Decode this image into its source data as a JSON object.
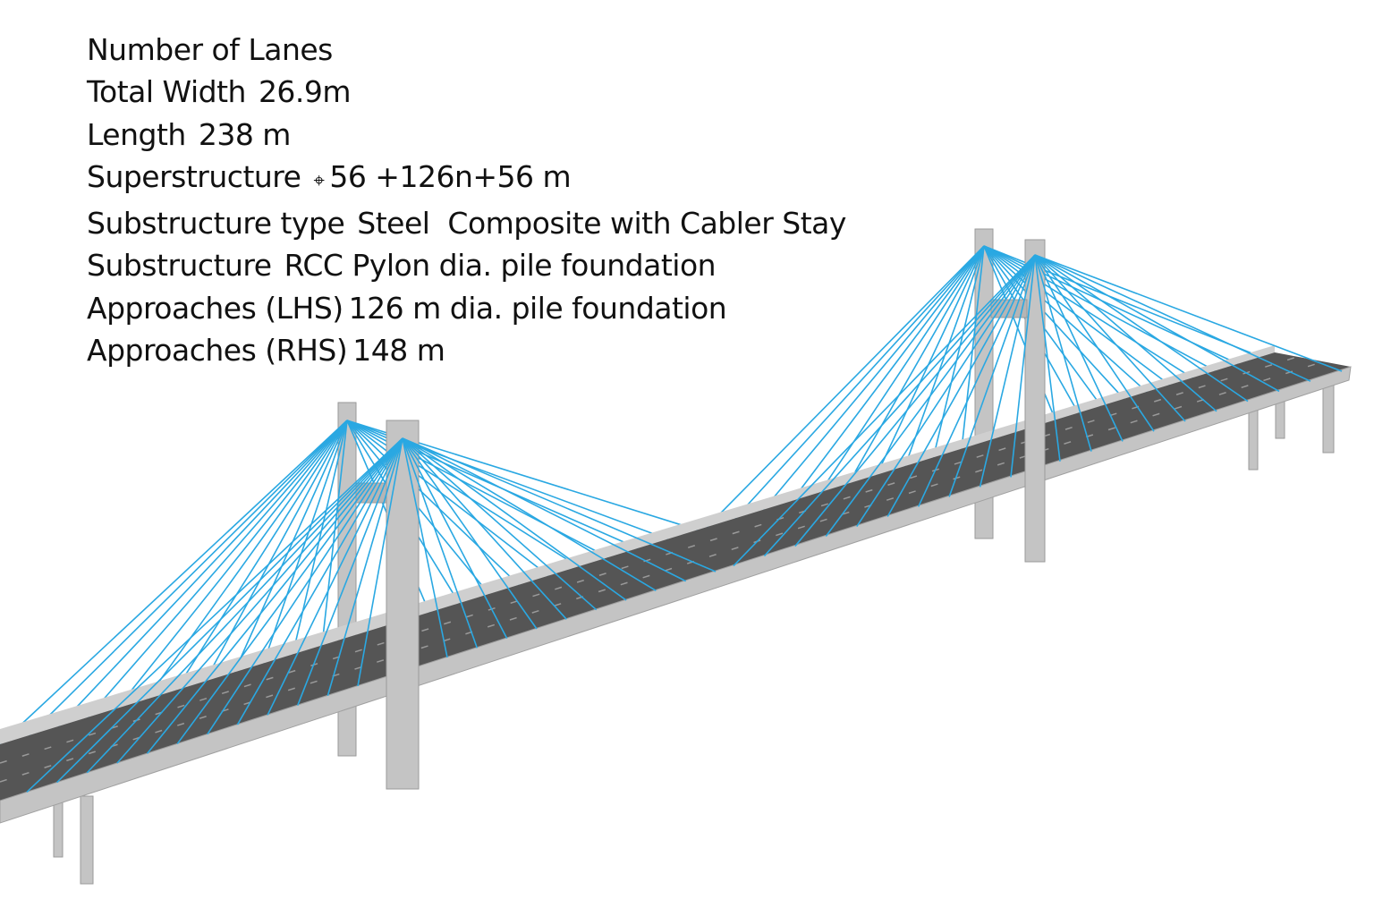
{
  "specs": [
    {
      "label": "Number of Lanes",
      "value": ""
    },
    {
      "label": "Total Width",
      "value": "26.9m"
    },
    {
      "label": "Length",
      "value": "238 m"
    },
    {
      "label": "Superstructure",
      "value": "56 +126n+56 m"
    },
    {
      "label": "Substructure type",
      "value": "Steel  Composite with Cabler Stay"
    },
    {
      "label": "Substructure",
      "value": "RCC Pylon dia. pile foundation"
    },
    {
      "label": "Approaches (LHS)",
      "value": "126 m dia. pile foundation"
    },
    {
      "label": "Approaches (RHS)",
      "value": "148 m"
    }
  ],
  "colors": {
    "cable": "#2aa8e2",
    "road": "#555555",
    "concrete": "#c4c4c4",
    "concrete_dark": "#a8a8a8",
    "text": "#111111"
  }
}
